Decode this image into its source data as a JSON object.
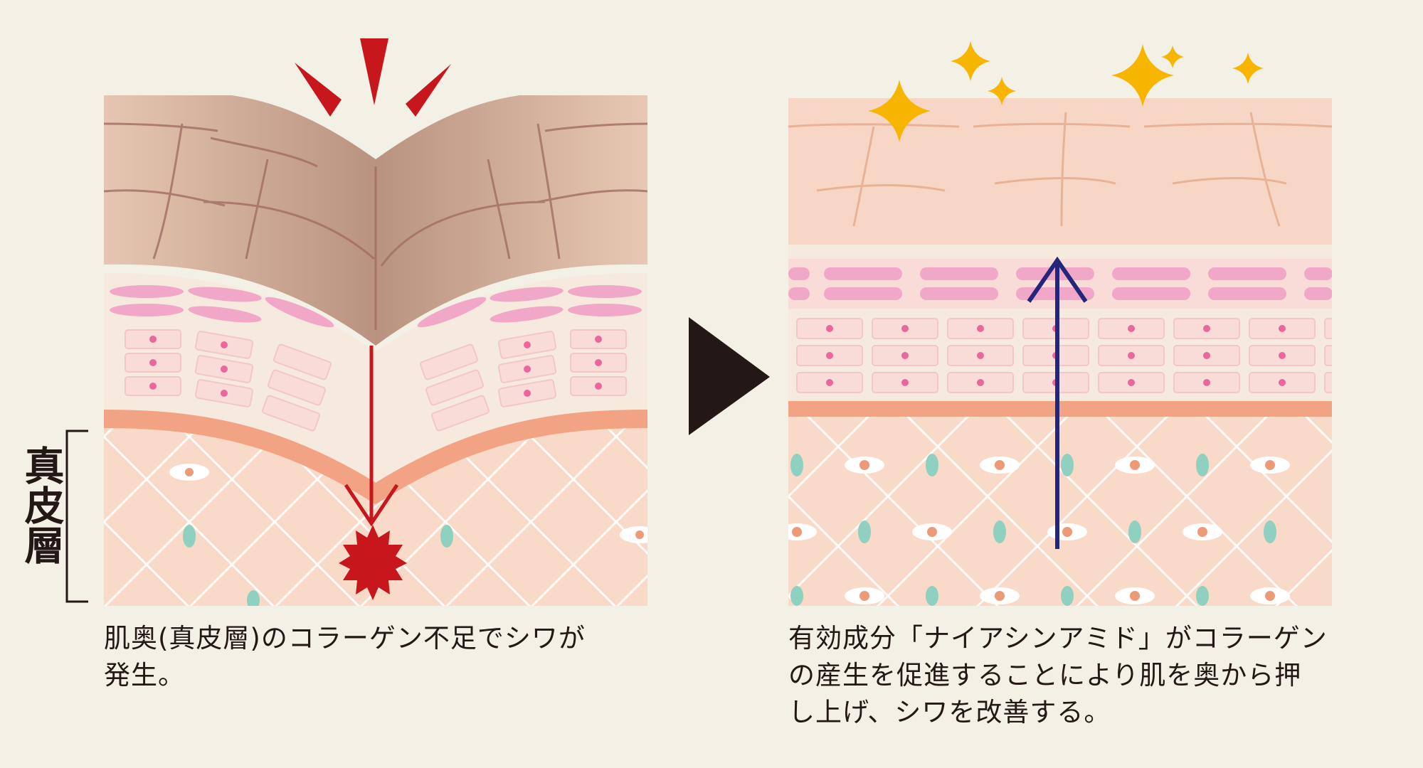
{
  "label": {
    "dermis": "真皮層"
  },
  "captions": {
    "before": "肌奥(真皮層)のコラーゲン不足でシワが\n発生。",
    "after": "有効成分「ナイアシンアミド」がコラーゲン\nの産生を促進することにより肌を奥から押\nし上げ、シワを改善する。"
  },
  "icons": [
    "alert-burst-icon",
    "impact-burst-icon",
    "sparkle-icon",
    "next-arrow-icon"
  ],
  "colors": {
    "background": "#f3f0e6",
    "wrinkled_skin": "#c9a48f",
    "smooth_skin": "#f8d6c6",
    "elastin_band": "#f1a7c7",
    "cell_layer": "#f9dcd8",
    "basement_membrane": "#f2a383",
    "dermis": "#f9d9c8",
    "fibroblast": "#8fd0c0",
    "down_arrow": "#c8161d",
    "up_arrow": "#23267a",
    "sparkle": "#f7b500",
    "transition_arrow": "#231815"
  }
}
